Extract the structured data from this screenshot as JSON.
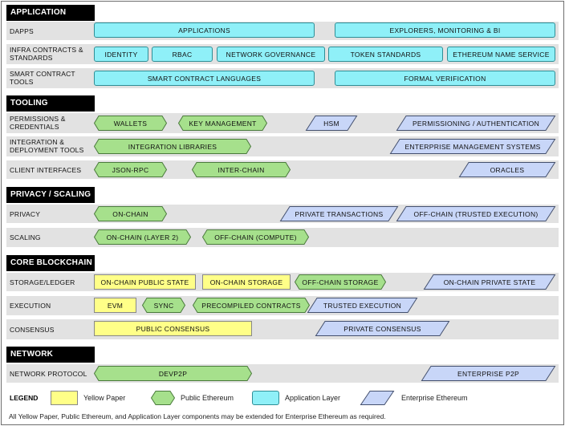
{
  "colors": {
    "yellow_paper": "#ffff88",
    "public_ethereum": "#a6e08c",
    "application_layer": "#8ff0f8",
    "enterprise_ethereum": "#c8d6f8"
  },
  "sections": [
    {
      "title": "APPLICATION",
      "rows": [
        {
          "label": "DAPPS",
          "items": [
            {
              "label": "APPLICATIONS",
              "kind": "application"
            },
            {
              "label": "EXPLORERS, MONITORING & BI",
              "kind": "application"
            }
          ]
        },
        {
          "label": "INFRA CONTRACTS & STANDARDS",
          "items": [
            {
              "label": "IDENTITY",
              "kind": "application"
            },
            {
              "label": "RBAC",
              "kind": "application"
            },
            {
              "label": "NETWORK GOVERNANCE",
              "kind": "application"
            },
            {
              "label": "TOKEN STANDARDS",
              "kind": "application"
            },
            {
              "label": "ETHEREUM NAME SERVICE",
              "kind": "application"
            }
          ]
        },
        {
          "label": "SMART  CONTRACT TOOLS",
          "items": [
            {
              "label": "SMART CONTRACT LANGUAGES",
              "kind": "application"
            },
            {
              "label": "FORMAL VERIFICATION",
              "kind": "application"
            }
          ]
        }
      ]
    },
    {
      "title": "TOOLING",
      "rows": [
        {
          "label": "PERMISSIONS & CREDENTIALS",
          "items": [
            {
              "label": "WALLETS",
              "kind": "public"
            },
            {
              "label": "KEY MANAGEMENT",
              "kind": "public"
            },
            {
              "label": "HSM",
              "kind": "enterprise"
            },
            {
              "label": "PERMISSIONING / AUTHENTICATION",
              "kind": "enterprise"
            }
          ]
        },
        {
          "label": "INTEGRATION & DEPLOYMENT TOOLS",
          "items": [
            {
              "label": "INTEGRATION LIBRARIES",
              "kind": "public"
            },
            {
              "label": "ENTERPRISE MANAGEMENT SYSTEMS",
              "kind": "enterprise"
            }
          ]
        },
        {
          "label": "CLIENT INTERFACES",
          "items": [
            {
              "label": "JSON-RPC",
              "kind": "public"
            },
            {
              "label": "INTER-CHAIN",
              "kind": "public"
            },
            {
              "label": "ORACLES",
              "kind": "enterprise"
            }
          ]
        }
      ]
    },
    {
      "title": "PRIVACY / SCALING",
      "rows": [
        {
          "label": "PRIVACY",
          "items": [
            {
              "label": "ON-CHAIN",
              "kind": "public"
            },
            {
              "label": "PRIVATE TRANSACTIONS",
              "kind": "enterprise"
            },
            {
              "label": "OFF-CHAIN (TRUSTED EXECUTION)",
              "kind": "enterprise"
            }
          ]
        },
        {
          "label": "SCALING",
          "items": [
            {
              "label": "ON-CHAIN (LAYER 2)",
              "kind": "public"
            },
            {
              "label": "OFF-CHAIN (COMPUTE)",
              "kind": "public"
            }
          ]
        }
      ]
    },
    {
      "title": "CORE BLOCKCHAIN",
      "rows": [
        {
          "label": "STORAGE/LEDGER",
          "items": [
            {
              "label": "ON-CHAIN PUBLIC STATE",
              "kind": "yellow"
            },
            {
              "label": "ON-CHAIN STORAGE",
              "kind": "yellow"
            },
            {
              "label": "OFF-CHAIN STORAGE",
              "kind": "public"
            },
            {
              "label": "ON-CHAIN PRIVATE STATE",
              "kind": "enterprise"
            }
          ]
        },
        {
          "label": "EXECUTION",
          "items": [
            {
              "label": "EVM",
              "kind": "yellow"
            },
            {
              "label": "SYNC",
              "kind": "public"
            },
            {
              "label": "PRECOMPILED CONTRACTS",
              "kind": "public"
            },
            {
              "label": "TRUSTED EXECUTION",
              "kind": "enterprise"
            }
          ]
        },
        {
          "label": "CONSENSUS",
          "items": [
            {
              "label": "PUBLIC CONSENSUS",
              "kind": "yellow"
            },
            {
              "label": "PRIVATE CONSENSUS",
              "kind": "enterprise"
            }
          ]
        }
      ]
    },
    {
      "title": "NETWORK",
      "rows": [
        {
          "label": "NETWORK PROTOCOL",
          "items": [
            {
              "label": "DEVP2P",
              "kind": "public"
            },
            {
              "label": "ENTERPRISE P2P",
              "kind": "enterprise"
            }
          ]
        }
      ]
    }
  ],
  "legend": {
    "title": "LEGEND",
    "items": [
      {
        "label": "Yellow Paper",
        "kind": "yellow"
      },
      {
        "label": "Public Ethereum",
        "kind": "public"
      },
      {
        "label": "Application Layer",
        "kind": "application"
      },
      {
        "label": "Enterprise Ethereum",
        "kind": "enterprise"
      }
    ]
  },
  "footnote": "All Yellow Paper, Public Ethereum, and Application Layer components may be extended for Enterprise Ethereum as required."
}
